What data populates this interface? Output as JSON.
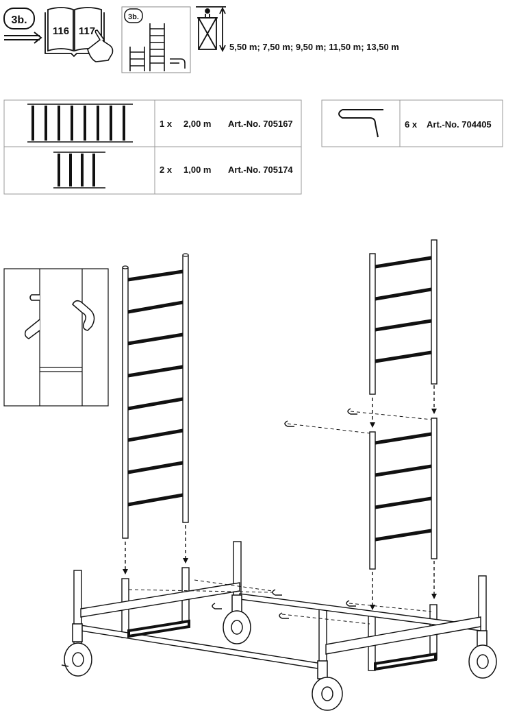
{
  "step": {
    "label": "3b."
  },
  "manual": {
    "left_page": "116",
    "right_page": "117"
  },
  "sub_step": {
    "label": "3b."
  },
  "heights": {
    "text": "5,50 m; 7,50 m; 9,50 m; 11,50 m; 13,50 m"
  },
  "parts": [
    {
      "qty": "1 x",
      "length": "2,00 m",
      "article": "Art.-No. 705167"
    },
    {
      "qty": "2 x",
      "length": "1,00 m",
      "article": "Art.-No. 705174"
    }
  ],
  "pins": {
    "qty": "6 x",
    "article": "Art.-No. 704405"
  },
  "icons": {
    "arrow": "double-arrow-icon",
    "manual": "open-manual-icon",
    "hand": "pointing-hand-icon",
    "frames": "ladder-frames-icon",
    "person": "worker-height-icon",
    "pin": "locking-pin-icon"
  }
}
